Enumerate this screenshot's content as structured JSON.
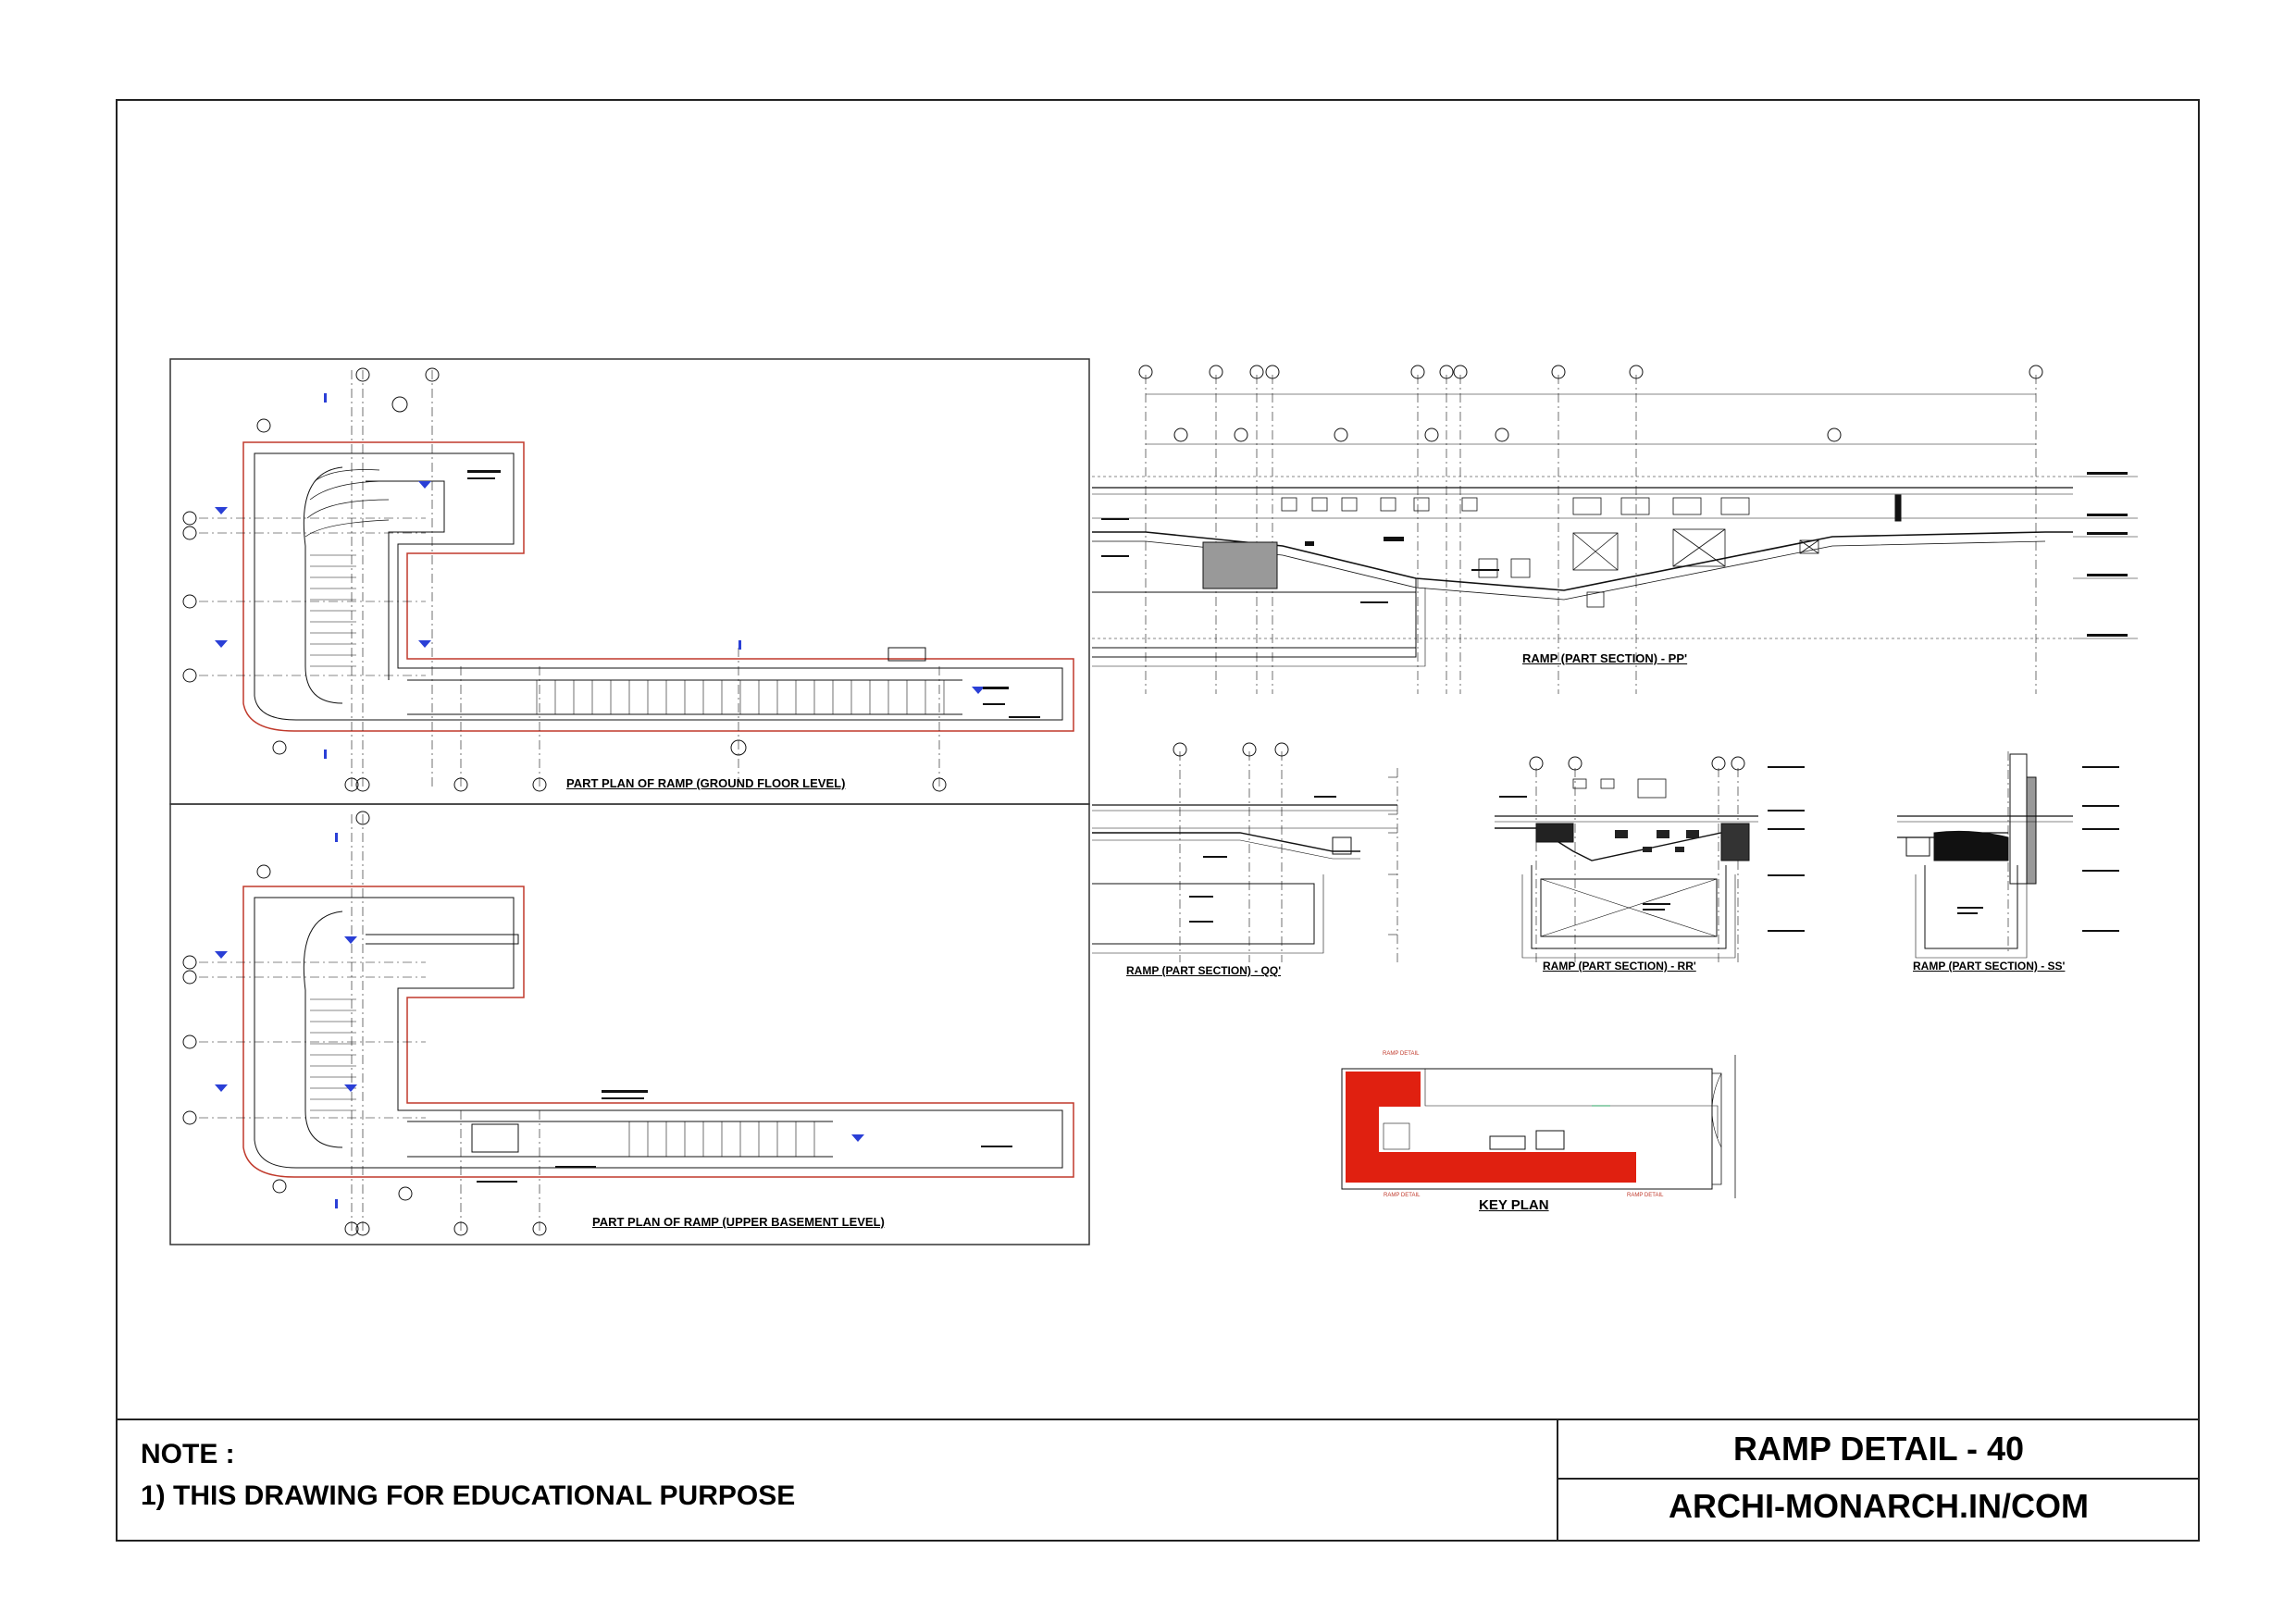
{
  "title_block": {
    "note_title": "NOTE :",
    "note_line": "1) THIS DRAWING FOR EDUCATIONAL PURPOSE",
    "drawing_title": "RAMP DETAIL - 40",
    "website": "ARCHI-MONARCH.IN/COM"
  },
  "views": {
    "plan_ground": "PART PLAN OF RAMP    (GROUND FLOOR LEVEL)",
    "plan_basement": "PART PLAN OF RAMP    (UPPER BASEMENT LEVEL)",
    "section_pp": "RAMP   (PART SECTION) - PP'",
    "section_qq": "RAMP   (PART SECTION) - QQ'",
    "section_rr": "RAMP   (PART SECTION) - RR'",
    "section_ss": "RAMP   (PART SECTION) - SS'",
    "key_plan": "KEY PLAN"
  },
  "colors": {
    "line": "#111111",
    "boundary": "#c0392b",
    "highlight": "#e02010",
    "grid_marker": "#2a3fd6"
  },
  "key_plan_tags": [
    "RAMP DETAIL",
    "RAMP DETAIL",
    "RAMP DETAIL"
  ]
}
